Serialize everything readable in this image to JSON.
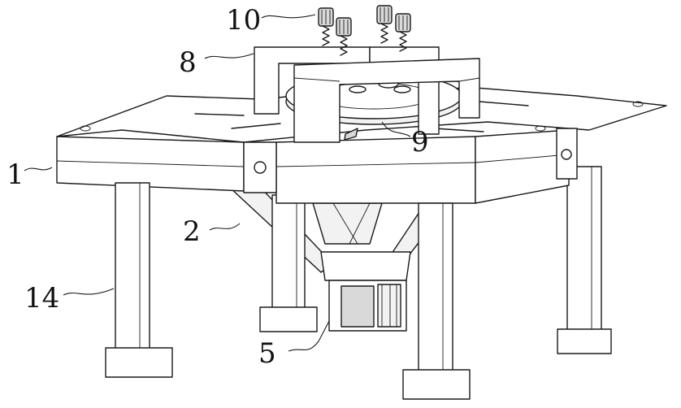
{
  "figure": {
    "labels": {
      "l1": "1",
      "l2": "2",
      "l5": "5",
      "l8": "8",
      "l9": "9",
      "l10": "10",
      "l14": "14"
    }
  }
}
